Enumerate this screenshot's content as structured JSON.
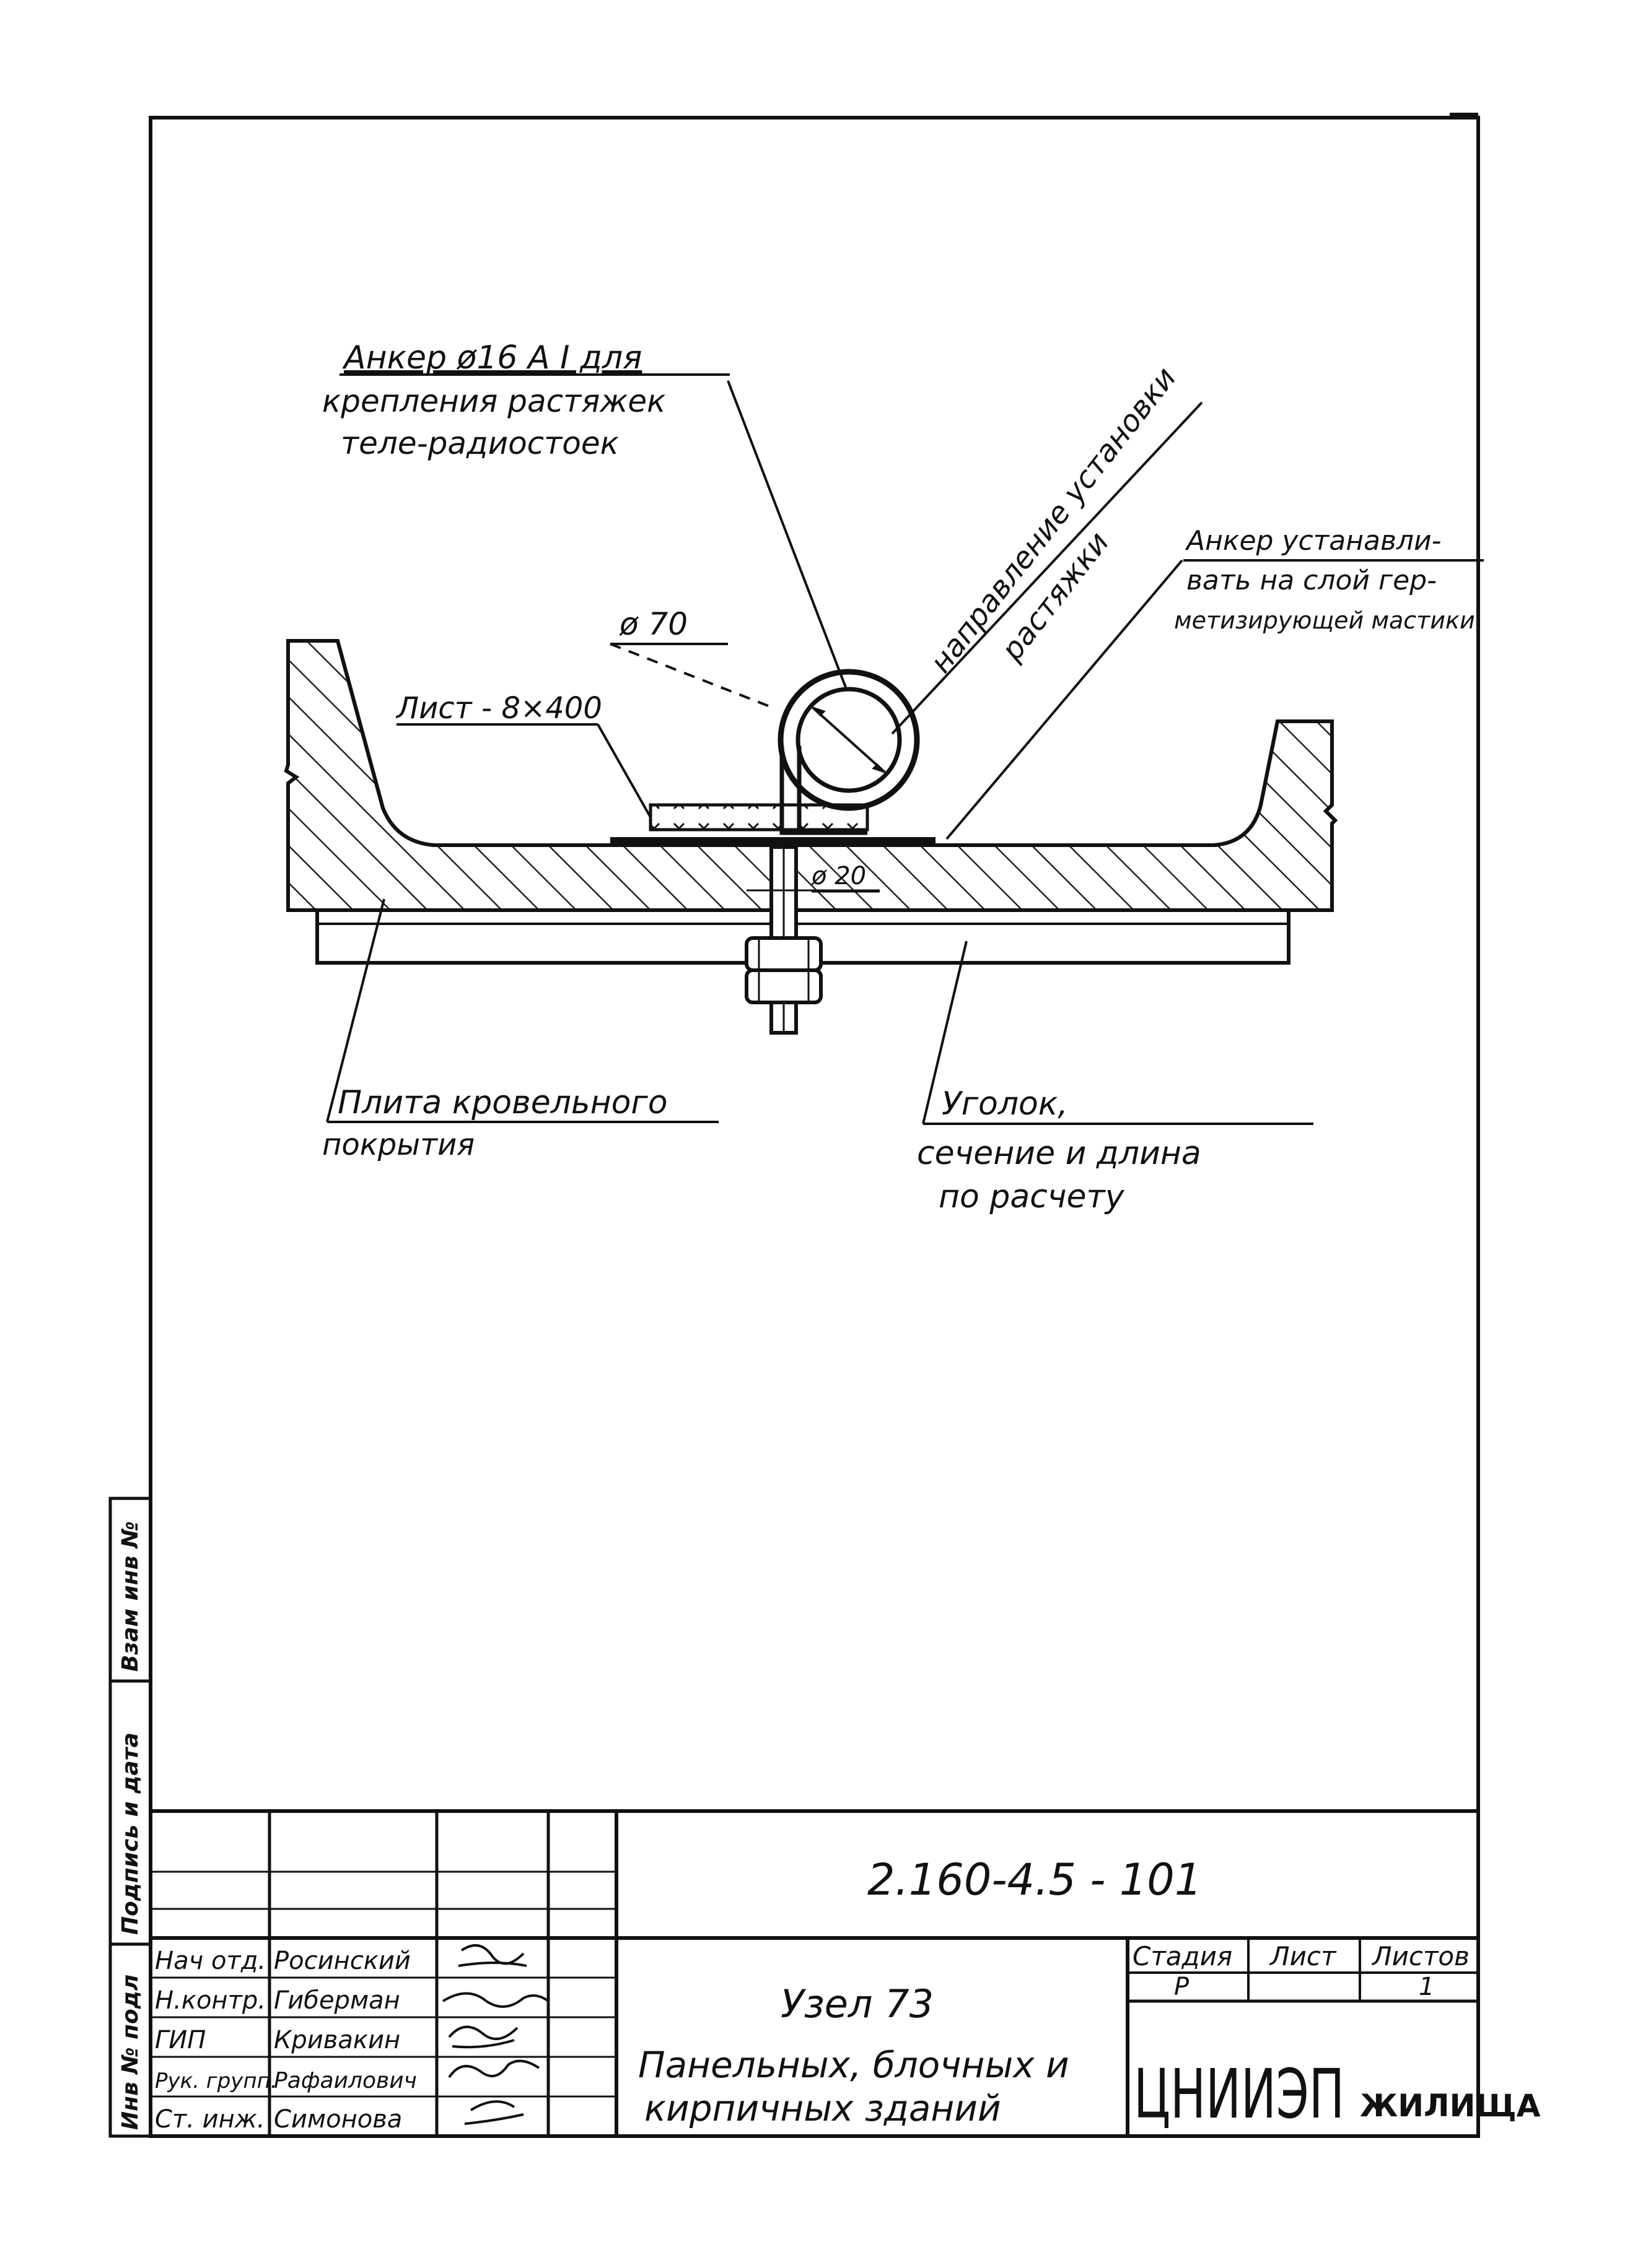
{
  "labels": {
    "anchor_title": "Анкер ø16 А I  для",
    "anchor_line2": "крепления растяжек",
    "anchor_line3": "теле-радиостоек",
    "direction_line1": "направление установки",
    "direction_line2": "растяжки",
    "install_line1": "Анкер устанавли-",
    "install_line2": "вать на слой гер-",
    "install_line3": "метизирующей мастики",
    "diameter_70": "ø 70",
    "sheet": "Лист - 8×400",
    "diameter_20": "ø 20",
    "slab_line1": "Плита кровельного",
    "slab_line2": "покрытия",
    "angle_line1": "Уголок,",
    "angle_line2": "сечение и длина",
    "angle_line3": "по расчету"
  },
  "side_stamp": {
    "field1": "Взам инв №",
    "field2": "Подпись и дата",
    "field3": "Инв № подл"
  },
  "title_block": {
    "doc_code": "2.160-4.5   - 101",
    "rows": [
      {
        "role": "Нач отд.",
        "name": "Росинский"
      },
      {
        "role": "Н.контр.",
        "name": "Гиберман"
      },
      {
        "role": "ГИП",
        "name": "Кривакин"
      },
      {
        "role": "Рук. групп.",
        "name": "Рафаилович"
      },
      {
        "role": "Ст. инж.",
        "name": "Симонова"
      }
    ],
    "title_line1": "Узел  73",
    "title_line2": "Панельных, блочных и",
    "title_line3": "кирпичных  зданий",
    "stage_header": "Стадия",
    "sheet_header": "Лист",
    "sheets_header": "Листов",
    "stage_value": "Р",
    "sheet_value": "",
    "sheets_value": "1",
    "org_main": "ЦНИИЭП",
    "org_sub": "ЖИЛИЩА"
  }
}
